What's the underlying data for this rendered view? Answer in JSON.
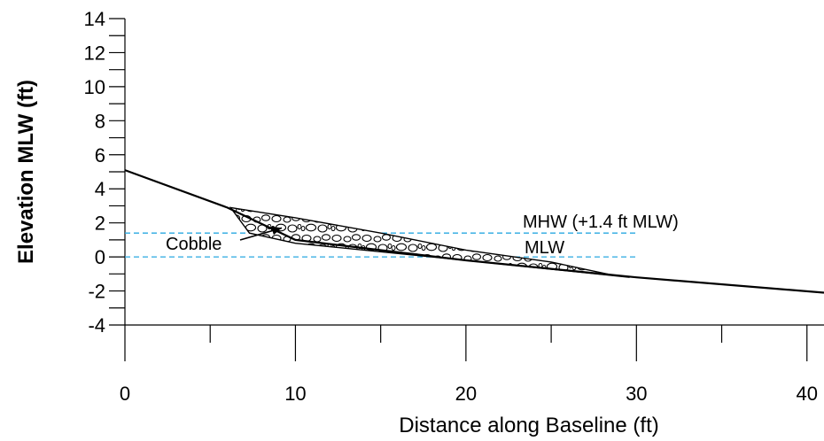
{
  "chart_data": {
    "type": "line",
    "title": "",
    "xlabel": "Distance along Baseline (ft)",
    "ylabel": "Elevation MLW (ft)",
    "xlim": [
      0,
      41
    ],
    "ylim": [
      -4,
      14
    ],
    "x_ticks": [
      0,
      10,
      20,
      30,
      40
    ],
    "x_tick_labels": [
      "0",
      "10",
      "20",
      "30",
      "40"
    ],
    "x_minor_ticks": [
      5,
      15,
      25,
      35
    ],
    "y_ticks": [
      -4,
      -2,
      0,
      2,
      4,
      6,
      8,
      10,
      12,
      14
    ],
    "y_tick_labels": [
      "-4",
      "-2",
      "0",
      "2",
      "4",
      "6",
      "8",
      "10",
      "12",
      "14"
    ],
    "y_minor_ticks": [
      -3,
      -1,
      1,
      3,
      5,
      7,
      9,
      11,
      13
    ],
    "grid": false,
    "series": [
      {
        "style": "solid-black",
        "x": [
          0,
          6,
          10,
          20,
          30,
          41
        ],
        "y": [
          5.1,
          2.9,
          1.0,
          -0.2,
          -1.2,
          -2.1
        ]
      }
    ],
    "reference_lines": [
      {
        "label": "MHW (+1.4 ft MLW)",
        "y": 1.4,
        "x_range": [
          0,
          30
        ],
        "style": "dashed",
        "color": "#29a8e0"
      },
      {
        "label": "MLW",
        "y": 0,
        "x_range": [
          0,
          30
        ],
        "style": "dashed",
        "color": "#29a8e0"
      }
    ],
    "fill_region": {
      "label": "Cobble",
      "pattern": "cobble",
      "polygon": [
        [
          6.2,
          2.9
        ],
        [
          10,
          2.3
        ],
        [
          15,
          1.4
        ],
        [
          20,
          0.4
        ],
        [
          25,
          -0.3
        ],
        [
          28.5,
          -1.05
        ],
        [
          29.6,
          -1.2
        ],
        [
          20,
          -0.2
        ],
        [
          10,
          0.8
        ],
        [
          7.3,
          1.4
        ]
      ],
      "annotation_arrow_to": [
        9.2,
        1.7
      ]
    }
  }
}
